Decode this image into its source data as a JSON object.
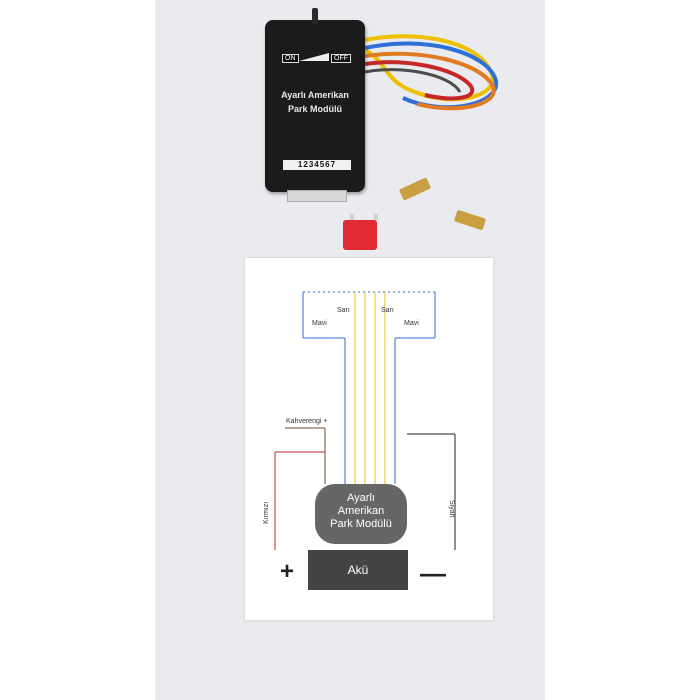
{
  "scene": {
    "module": {
      "switch_on": "ON",
      "switch_off": "OFF",
      "title_line1": "Ayarlı Amerikan",
      "title_line2": "Park Modülü",
      "pin_numbers": "1234567"
    },
    "diagram": {
      "wire_labels": {
        "sari_left": "Sarı",
        "sari_right": "Sarı",
        "mavi_left": "Mavi",
        "mavi_right": "Mavi",
        "kahverengi": "Kahverengi +",
        "kirmizi": "Kırmızı",
        "siyah": "Siyah"
      },
      "module_box_line1": "Ayarlı",
      "module_box_line2": "Amerikan",
      "module_box_line3": "Park Modülü",
      "battery_label": "Akü",
      "plus_symbol": "+",
      "minus_symbol": "—"
    },
    "colors": {
      "scene_bg": "#e9ebee",
      "fuse": "#e02b34",
      "terminal": "#c8a042",
      "module_body": "#1b1b1b",
      "wire_yellow": "#f0c000",
      "wire_blue": "#2f6fd8",
      "wire_orange": "#e07b21",
      "wire_red": "#c62828"
    }
  }
}
